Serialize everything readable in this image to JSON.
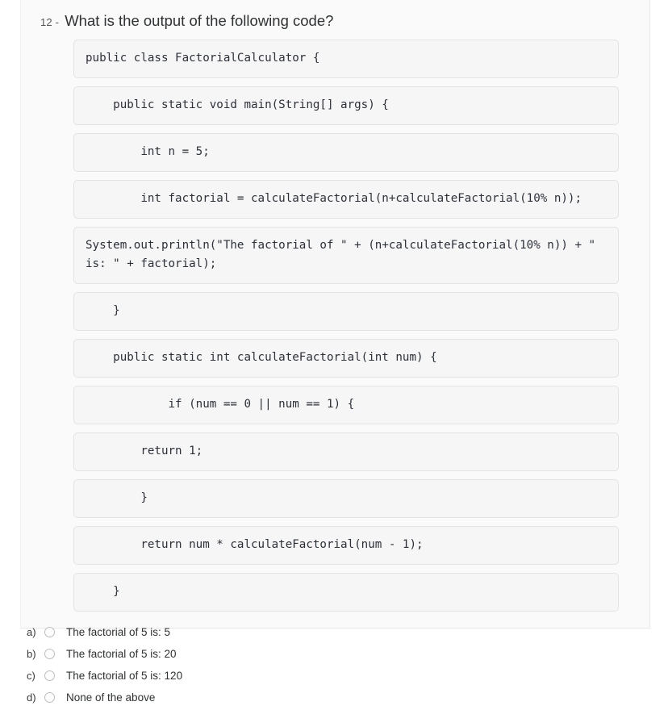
{
  "question": {
    "number": "12 -",
    "prompt": "What is the output of the following code?",
    "code_lines": [
      "public class FactorialCalculator {",
      "    public static void main(String[] args) {",
      "        int n = 5;",
      "        int factorial = calculateFactorial(n+calculateFactorial(10% n));",
      "System.out.println(\"The factorial of \" + (n+calculateFactorial(10% n)) + \" is: \" + factorial);",
      "    }",
      "    public static int calculateFactorial(int num) {",
      "            if (num == 0 || num == 1) {",
      "        return 1;",
      "        }",
      "        return num * calculateFactorial(num - 1);",
      "    }"
    ]
  },
  "options": [
    {
      "letter": "a)",
      "label": "The factorial of 5 is: 5",
      "selected": false
    },
    {
      "letter": "b)",
      "label": "The factorial of 5 is: 20",
      "selected": false
    },
    {
      "letter": "c)",
      "label": "The factorial of 5 is: 120",
      "selected": false
    },
    {
      "letter": "d)",
      "label": "None of the above",
      "selected": false
    }
  ],
  "colors": {
    "card_background": "#fafafa",
    "code_background": "#f6f6f6",
    "code_border": "#e3e3e3",
    "text": "#2f3133",
    "muted_text": "#555555",
    "radio_border": "#bdbdbd"
  }
}
